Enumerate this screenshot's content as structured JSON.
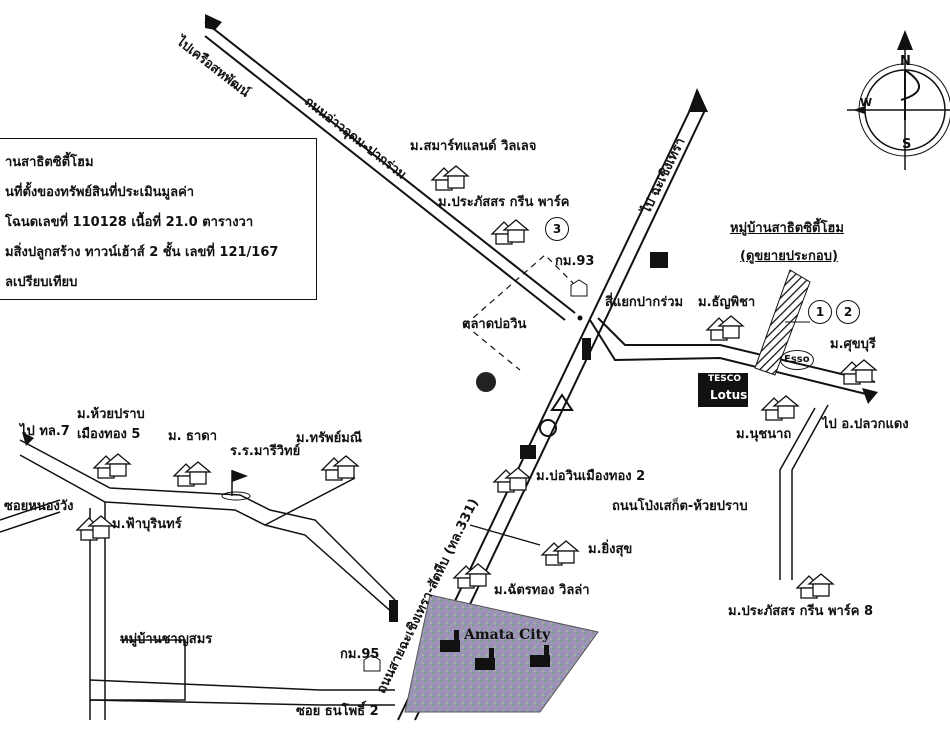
{
  "legend": {
    "line1": "านสาธิตซิตี้โฮม",
    "line2": "นที่ตั้งของทรัพย์สินที่ประเมินมูลค่า",
    "line3": "โฉนดเลขที่ 110128 เนื้อที่ 21.0 ตารางวา",
    "line4": "มสิ่งปลูกสร้าง ทาวน์เฮ้าส์ 2 ชั้น เลขที่ 121/167",
    "line5": "ลเปรียบเทียบ"
  },
  "compass": {
    "n": "N",
    "s": "S",
    "w": "W"
  },
  "roads": {
    "to_krua": "ไปเครือสหพัฒน์",
    "nong_pak": "ถนนอ่าวอุดม-ปากร่วม",
    "to_chachoeng": "ไป ฉะเชิงเทรา",
    "main_road": "ถนนสายฉะเชิงเทรา-สัตหีบ (ทล.331)",
    "to_tl7": "ไป ทล.7",
    "soi_nong_wang": "ซอยหนองวัง",
    "pong_road": "ถนนโป่งเสก็ต-ห้วยปราบ",
    "to_pluak": "ไป อ.ปลวกแดง",
    "soi_thanpho": "ซอย ธนโพธิ์ 2"
  },
  "places": {
    "smart_land": "ม.สมาร์ทแลนด์ วิลเลจ",
    "prapassorn_green": "ม.ประภัสสร กรีน พาร์ค",
    "km93": "กม.93",
    "intersection": "สี่แยกปากร่วม",
    "market": "ตลาดบ่อวิน",
    "thanpicha": "ม.ธัญพิชา",
    "subject_title": "หมู่บ้านสาธิตซิตี้โฮม",
    "subject_sub": "(ดูขยายประกอบ)",
    "sukburi": "ม.ศุขบุรี",
    "esso": "Esso",
    "tesco": "TESCO",
    "lotus": "Lotus",
    "nuchanat": "ม.นุชนาถ",
    "huai_prap_1": "ม.ห้วยปราบ",
    "huai_prap_2": "เมืองทอง 5",
    "thada": "ม. ธาดา",
    "school": "ร.ร.มารีวิทย์",
    "sapmanee": "ม.ทรัพย์มณี",
    "fa_burin": "ม.ฟ้าบุรินทร์",
    "bowin": "ม.บ่อวินเมืองทอง 2",
    "yingsuk": "ม.ยิ่งสุข",
    "chatthong": "ม.ฉัตรทอง วิลล่า",
    "prapassorn8": "ม.ประภัสสร กรีน พาร์ค 8",
    "chanyasamon": "หมู่บ้านชาญสมร",
    "km95": "กม.95",
    "amata": "Amata City"
  },
  "markers": {
    "c1": "1",
    "c2": "2",
    "c3": "3"
  }
}
